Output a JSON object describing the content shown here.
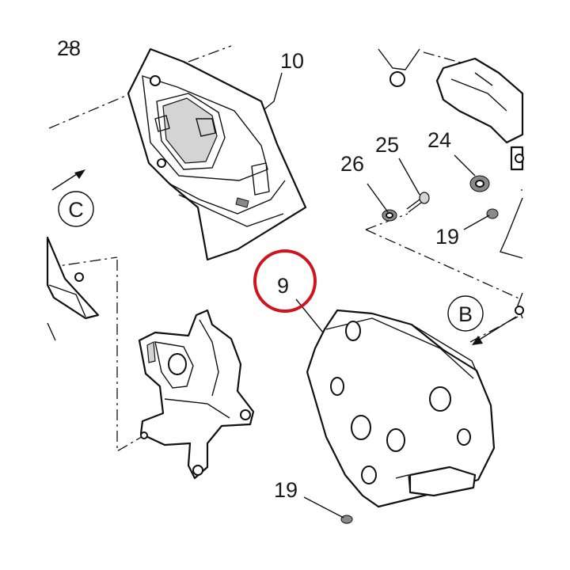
{
  "labels": {
    "part_10": "10",
    "part_9": "9",
    "part_24": "24",
    "part_25": "25",
    "part_26": "26",
    "part_19_top": "19",
    "part_19_bottom": "19",
    "part_28_partial": "28",
    "view_b": "B",
    "view_c": "C"
  },
  "colors": {
    "highlight_circle": "#d0141e",
    "line": "#111111",
    "shade": "#d4d4d4"
  }
}
